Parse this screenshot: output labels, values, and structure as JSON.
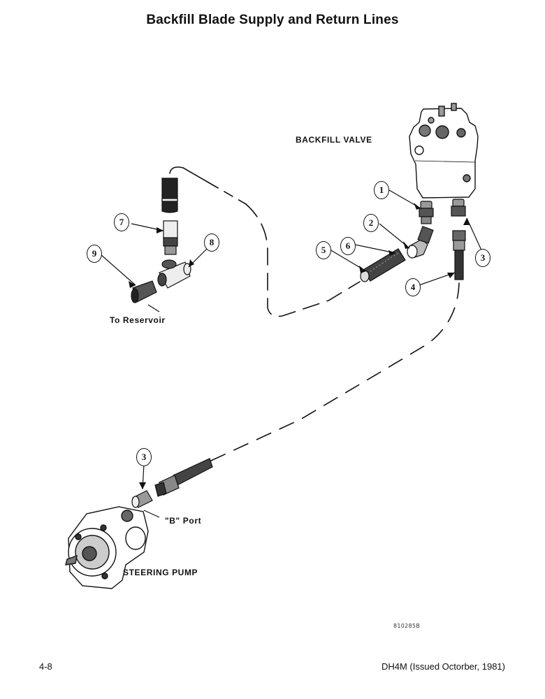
{
  "title": "Backfill Blade Supply and Return Lines",
  "labels": {
    "backfill_valve": "BACKFILL VALVE",
    "to_reservoir": "To Reservoir",
    "b_port": "\"B\" Port",
    "steering_pump": "STEERING PUMP",
    "figure_number": "810285B"
  },
  "callouts": [
    "1",
    "2",
    "3",
    "4",
    "5",
    "6",
    "7",
    "8",
    "9",
    "3"
  ],
  "footer": {
    "page_number": "4-8",
    "document": "DH4M (Issued Octorber, 1981)"
  }
}
